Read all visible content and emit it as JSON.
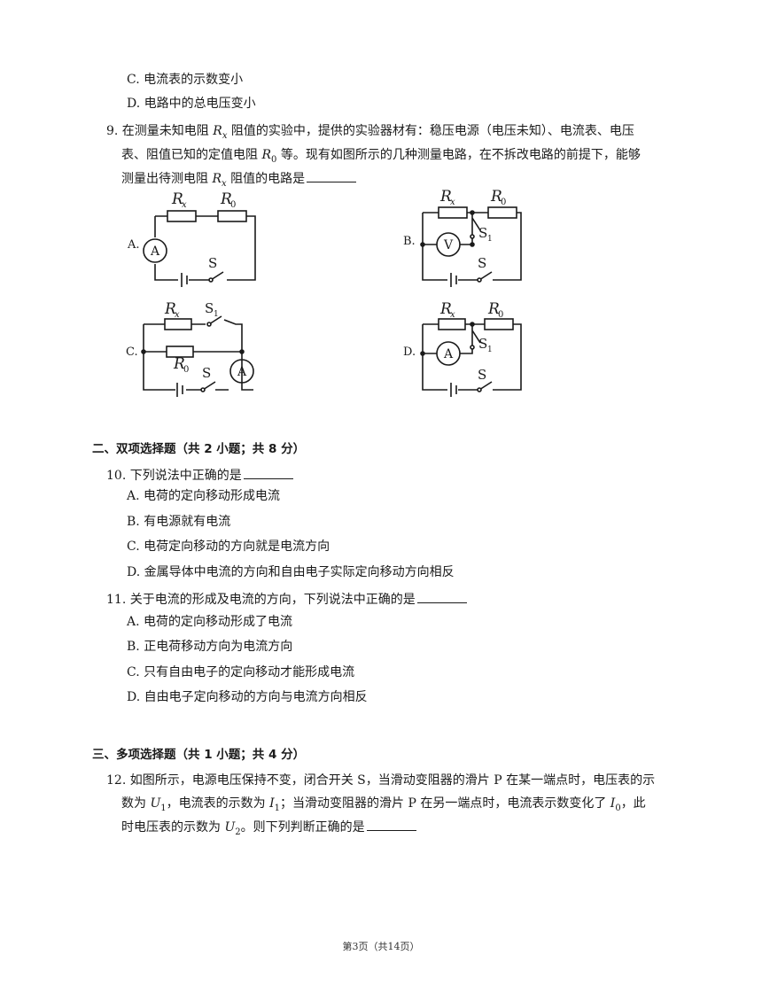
{
  "q8": {
    "opt_c": "C. 电流表的示数变小",
    "opt_d": "D. 电路中的总电压变小"
  },
  "q9": {
    "l1a": "9. 在测量未知电阻 ",
    "l1b": " 阻值的实验中，提供的实验器材有：稳压电源（电压未知）、电流表、电压",
    "l2a": "表、阻值已知的定值电阻 ",
    "l2b": " 等。现有如图所示的几种测量电路，在不拆改电路的前提下，能够",
    "l3a": "测量出待测电阻 ",
    "l3b": " 阻值的电路是",
    "var_rx": "R",
    "sub_x": "x",
    "var_r0": "R",
    "sub_0": "0",
    "circuits": {
      "a": {
        "label": "A.",
        "r1": "R",
        "r1s": "x",
        "r2": "R",
        "r2s": "0",
        "meter": "A",
        "sw": "S"
      },
      "b": {
        "label": "B.",
        "r1": "R",
        "r1s": "x",
        "r2": "R",
        "r2s": "0",
        "meter": "V",
        "sw": "S",
        "sw1": "S",
        "sw1s": "1"
      },
      "c": {
        "label": "C.",
        "r1": "R",
        "r1s": "x",
        "r2": "R",
        "r2s": "0",
        "meter": "A",
        "sw": "S",
        "sw1": "S",
        "sw1s": "1"
      },
      "d": {
        "label": "D.",
        "r1": "R",
        "r1s": "x",
        "r2": "R",
        "r2s": "0",
        "meter": "A",
        "sw": "S",
        "sw1": "S",
        "sw1s": "1"
      }
    }
  },
  "sec2": {
    "title": "二、双项选择题（共 2 小题；共 8 分）"
  },
  "q10": {
    "stem": "10. 下列说法中正确的是",
    "a": "A. 电荷的定向移动形成电流",
    "b": "B. 有电源就有电流",
    "c": "C. 电荷定向移动的方向就是电流方向",
    "d": "D. 金属导体中电流的方向和自由电子实际定向移动方向相反"
  },
  "q11": {
    "stem": "11. 关于电流的形成及电流的方向，下列说法中正确的是",
    "a": "A. 电荷的定向移动形成了电流",
    "b": "B. 正电荷移动方向为电流方向",
    "c": "C. 只有自由电子的定向移动才能形成电流",
    "d": "D. 自由电子定向移动的方向与电流方向相反"
  },
  "sec3": {
    "title": "三、多项选择题（共 1 小题；共 4 分）"
  },
  "q12": {
    "l1": "12. 如图所示，电源电压保持不变，闭合开关 S，当滑动变阻器的滑片 P 在某一端点时，电压表的示",
    "l2a": "数为 ",
    "u1": "U",
    "u1s": "1",
    "l2b": "，电流表的示数为 ",
    "i1": "I",
    "i1s": "1",
    "l2c": "；当滑动变阻器的滑片 P 在另一端点时，电流表示数变化了 ",
    "i0": "I",
    "i0s": "0",
    "l2d": "，此",
    "l3a": "时电压表的示数为 ",
    "u2": "U",
    "u2s": "2",
    "l3b": "。则下列判断正确的是"
  },
  "footer": "第3页（共14页）"
}
